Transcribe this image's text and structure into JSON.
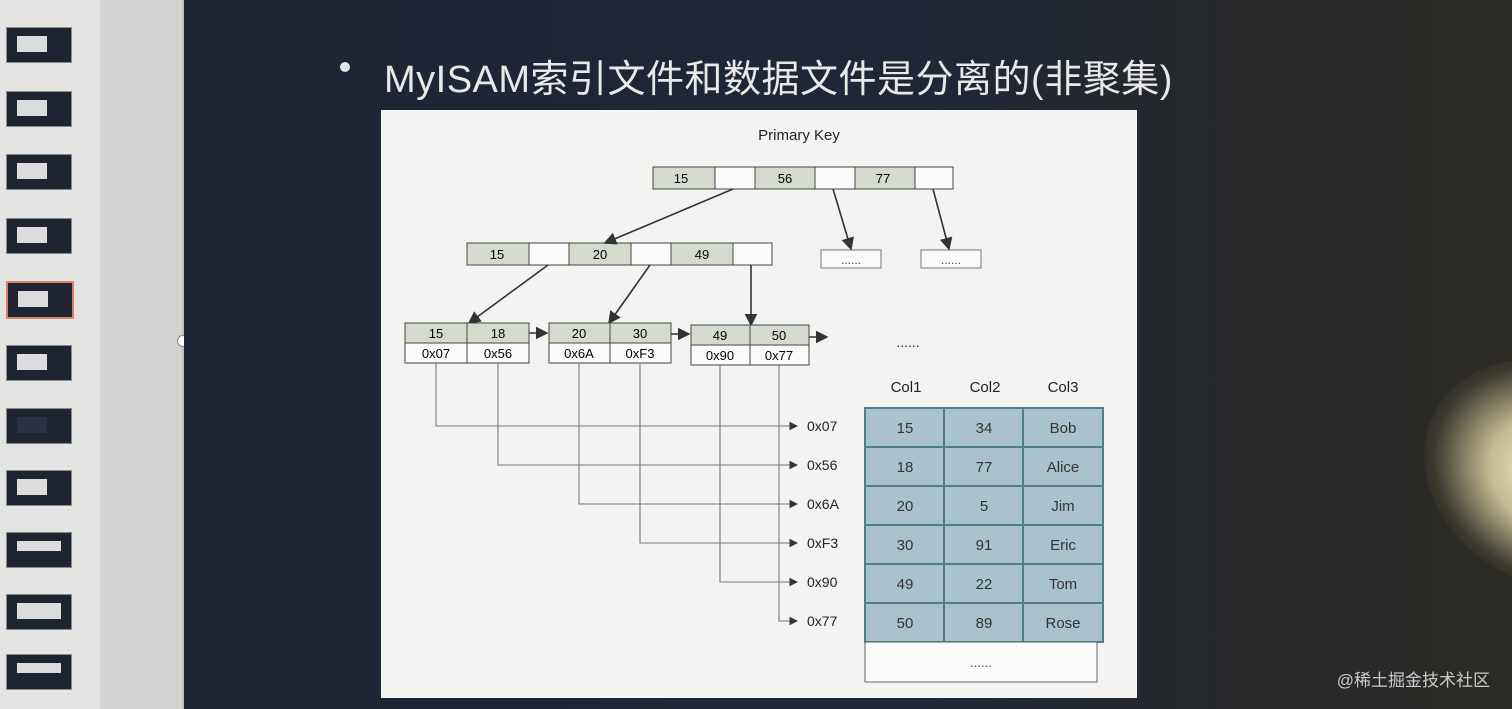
{
  "slide": {
    "bullet": "•",
    "title": "MyISAM索引文件和数据文件是分离的(非聚集)"
  },
  "diagram": {
    "heading": "Primary Key",
    "root_keys": [
      "15",
      "56",
      "77"
    ],
    "root_child_ellipses": [
      "......",
      "......"
    ],
    "level2_keys": [
      "15",
      "20",
      "49"
    ],
    "leaves": [
      {
        "keys": [
          "15",
          "18"
        ],
        "pointers": [
          "0x07",
          "0x56"
        ]
      },
      {
        "keys": [
          "20",
          "30"
        ],
        "pointers": [
          "0x6A",
          "0xF3"
        ]
      },
      {
        "keys": [
          "49",
          "50"
        ],
        "pointers": [
          "0x90",
          "0x77"
        ]
      }
    ],
    "leaf_ellipsis": "......",
    "addresses": [
      "0x07",
      "0x56",
      "0x6A",
      "0xF3",
      "0x90",
      "0x77"
    ],
    "table": {
      "headers": [
        "Col1",
        "Col2",
        "Col3"
      ],
      "rows": [
        [
          "15",
          "34",
          "Bob"
        ],
        [
          "18",
          "77",
          "Alice"
        ],
        [
          "20",
          "5",
          "Jim"
        ],
        [
          "30",
          "91",
          "Eric"
        ],
        [
          "49",
          "22",
          "Tom"
        ],
        [
          "50",
          "89",
          "Rose"
        ]
      ],
      "footer": "......"
    },
    "colors": {
      "key_cell": "#d5dacf",
      "table_cell": "#a9c3cc",
      "table_border": "#4f7f8d",
      "line": "#333333"
    }
  },
  "watermark": "@稀土掘金技术社区",
  "thumbnails": {
    "count": 11,
    "active_index": 4
  }
}
